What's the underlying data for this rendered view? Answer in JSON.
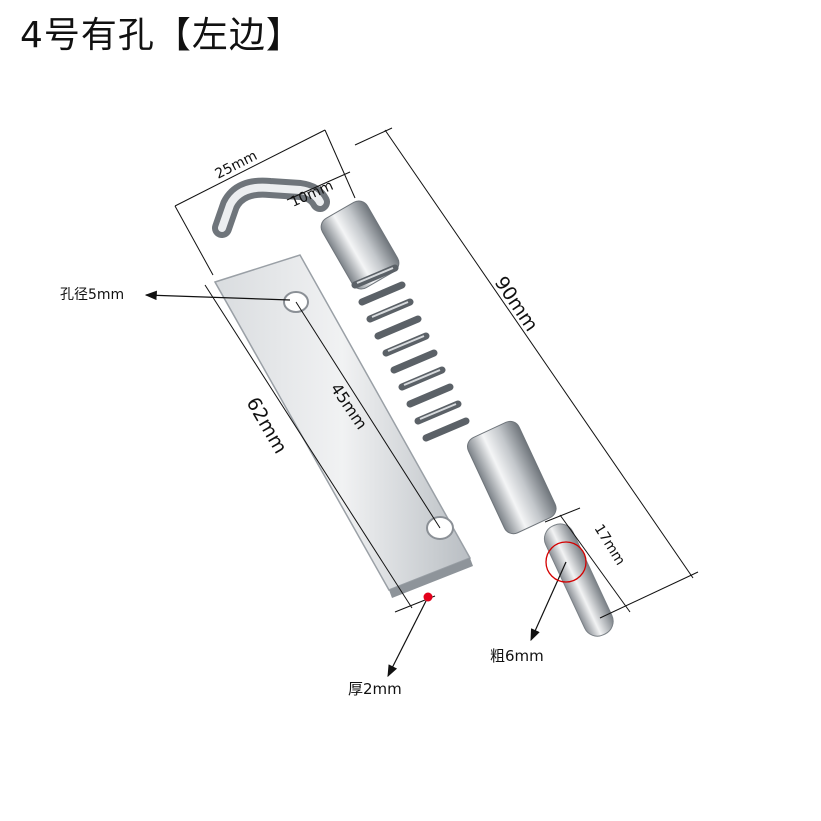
{
  "title": "4号有孔【左边】",
  "labels": {
    "width": "25mm",
    "pin_head": "10mm",
    "length": "90mm",
    "hole_dia": "孔径5mm",
    "hole_spacing": "45mm",
    "plate_length": "62mm",
    "pin_length": "17mm",
    "pin_dia": "粗6mm",
    "thickness": "厚2mm"
  },
  "colors": {
    "steel_light": "#e6e8ea",
    "steel_mid": "#b7bcc1",
    "steel_dark": "#6f757b",
    "callout_red_dot": "#e3001b",
    "callout_circle": "#d40000"
  }
}
